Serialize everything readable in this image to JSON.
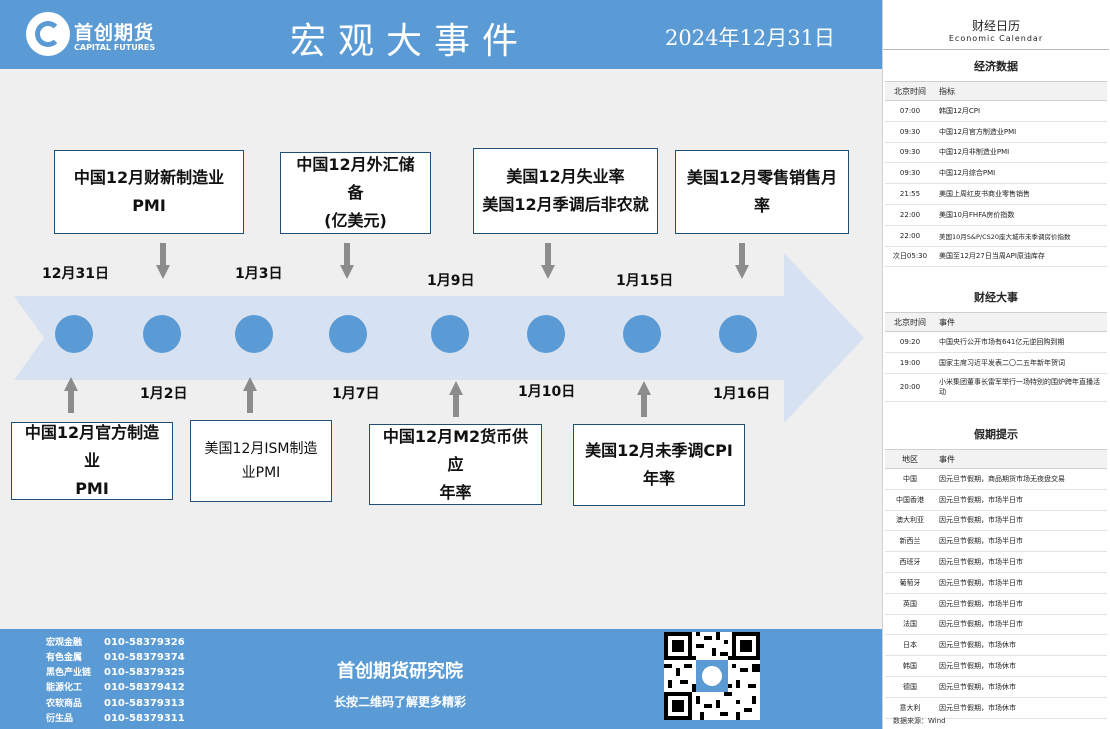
{
  "header": {
    "logo_cn": "首创期货",
    "logo_en": "CAPITAL FUTURES",
    "title": "宏观大事件",
    "date": "2024年12月31日"
  },
  "timeline": {
    "dates": [
      {
        "label": "12月31日"
      },
      {
        "label": "1月2日"
      },
      {
        "label": "1月3日"
      },
      {
        "label": "1月7日"
      },
      {
        "label": "1月9日"
      },
      {
        "label": "1月10日"
      },
      {
        "label": "1月15日"
      },
      {
        "label": "1月16日"
      }
    ],
    "top_events": [
      {
        "text": "中国12月财新制造业\nPMI"
      },
      {
        "text": "中国12月外汇储备\n(亿美元)"
      },
      {
        "text": "美国12月失业率\n美国12月季调后非农就"
      },
      {
        "text": "美国12月零售销售月\n率"
      }
    ],
    "bottom_events": [
      {
        "text": "中国12月官方制造业\nPMI"
      },
      {
        "text": "美国12月ISM制造\n业PMI"
      },
      {
        "text": "中国12月M2货币供应\n年率"
      },
      {
        "text": "美国12月未季调CPI\n年率"
      }
    ]
  },
  "footer": {
    "contacts": [
      {
        "name": "宏观金融",
        "phone": "010-58379326"
      },
      {
        "name": "有色金属",
        "phone": "010-58379374"
      },
      {
        "name": "黑色产业链",
        "phone": "010-58379325"
      },
      {
        "name": "能源化工",
        "phone": "010-58379412"
      },
      {
        "name": "农软商品",
        "phone": "010-58379313"
      },
      {
        "name": "衍生品",
        "phone": "010-58379311"
      }
    ],
    "org": "首创期货研究院",
    "tip": "长按二维码了解更多精彩"
  },
  "calendar": {
    "title_cn": "财经日历",
    "title_en": "Economic Calendar",
    "economic": {
      "title": "经济数据",
      "headers": [
        "北京时间",
        "指标"
      ],
      "rows": [
        [
          "07:00",
          "韩国12月CPI"
        ],
        [
          "09:30",
          "中国12月官方制造业PMI"
        ],
        [
          "09:30",
          "中国12月非制造业PMI"
        ],
        [
          "09:30",
          "中国12月综合PMI"
        ],
        [
          "21:55",
          "美国上周红皮书商业零售销售"
        ],
        [
          "22:00",
          "美国10月FHFA房价指数"
        ],
        [
          "22:00",
          "美国10月S&P/CS20座大城市未季调房价指数"
        ],
        [
          "次日05:30",
          "美国至12月27日当周API原油库存"
        ]
      ]
    },
    "events": {
      "title": "财经大事",
      "headers": [
        "北京时间",
        "事件"
      ],
      "rows": [
        [
          "09:20",
          "中国央行公开市场有641亿元逆回购到期"
        ],
        [
          "19:00",
          "国家主席习近平发表二〇二五年新年贺词"
        ],
        [
          "20:00",
          "小米集团董事长雷军举行一场特别的围炉跨年直播活动"
        ]
      ]
    },
    "holidays": {
      "title": "假期提示",
      "headers": [
        "地区",
        "事件"
      ],
      "rows": [
        [
          "中国",
          "因元旦节假期，商品期货市场无夜盘交易"
        ],
        [
          "中国香港",
          "因元旦节假期，市场半日市"
        ],
        [
          "澳大利亚",
          "因元旦节假期，市场半日市"
        ],
        [
          "新西兰",
          "因元旦节假期，市场半日市"
        ],
        [
          "西班牙",
          "因元旦节假期，市场半日市"
        ],
        [
          "葡萄牙",
          "因元旦节假期，市场半日市"
        ],
        [
          "英国",
          "因元旦节假期，市场半日市"
        ],
        [
          "法国",
          "因元旦节假期，市场半日市"
        ],
        [
          "日本",
          "因元旦节假期，市场休市"
        ],
        [
          "韩国",
          "因元旦节假期，市场休市"
        ],
        [
          "德国",
          "因元旦节假期，市场休市"
        ],
        [
          "意大利",
          "因元旦节假期，市场休市"
        ]
      ]
    },
    "source": "数据来源：Wind"
  },
  "colors": {
    "brand_blue": "#5b9bd5",
    "arrow_fill": "#d6e1f1",
    "box_border": "#1f4e79",
    "panel_bg": "#efefef"
  },
  "icons": [
    "logo-icon",
    "down-arrow-icon",
    "up-arrow-icon",
    "qr-code-icon"
  ]
}
